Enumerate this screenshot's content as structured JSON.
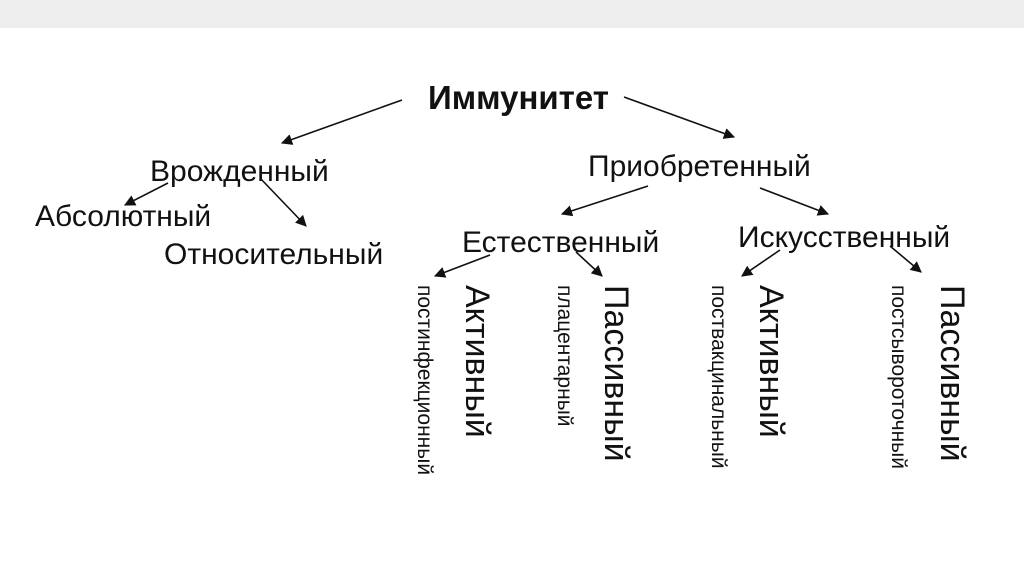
{
  "diagram": {
    "root": "Иммунитет",
    "innate": {
      "label": "Врожденный",
      "absolute": "Абсолютный",
      "relative": "Относительный"
    },
    "acquired": {
      "label": "Приобретенный",
      "natural": {
        "label": "Естественный",
        "active": "Активный",
        "active_note": "постинфекционный",
        "passive": "Пассивный",
        "passive_note": "плацентарный"
      },
      "artificial": {
        "label": "Искусственный",
        "active": "Активный",
        "active_note": "поствакцинальный",
        "passive": "Пассивный",
        "passive_note": "постсывороточный"
      }
    }
  }
}
